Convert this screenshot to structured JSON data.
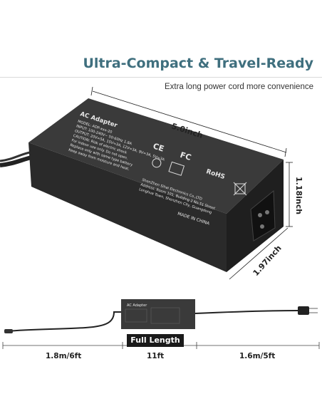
{
  "header": {
    "title": "Ultra-Compact & Travel-Ready",
    "subtitle": "Extra long power cord more convenience"
  },
  "dimensions": {
    "length": "5.0inch",
    "height": "1.18inch",
    "width": "1.97inch"
  },
  "label": {
    "title": "AC Adapter",
    "lines": [
      "MODEL: ADP-xxx-20",
      "INPUT: 100-240V~ 50-60Hz 1.8A",
      "OUTPUT: 20V=5A, 15V=3A, 12V=3A, 9V=3A, 5V=3A",
      "CAUTION: Risk of electric shock",
      "For indoor use only. Do not open.",
      "Replace only with same type battery",
      "Keep away from moisture and heat."
    ],
    "maker_lines": [
      "ShenZhen Sihai Electronics Co.,LTD",
      "Address: Room 101, Building 2 No.51 Street",
      "Longhua Town, Shenzhen City, Guangdong"
    ],
    "made_in": "MADE IN CHINA",
    "marks": {
      "ce": "CE",
      "fc": "FC",
      "rohs": "RoHS"
    }
  },
  "cable": {
    "badge": "Full Length",
    "left_length": "1.8m/6ft",
    "total_length": "11ft",
    "right_length": "1.6m/5ft",
    "small_label": "AC Adapter"
  }
}
